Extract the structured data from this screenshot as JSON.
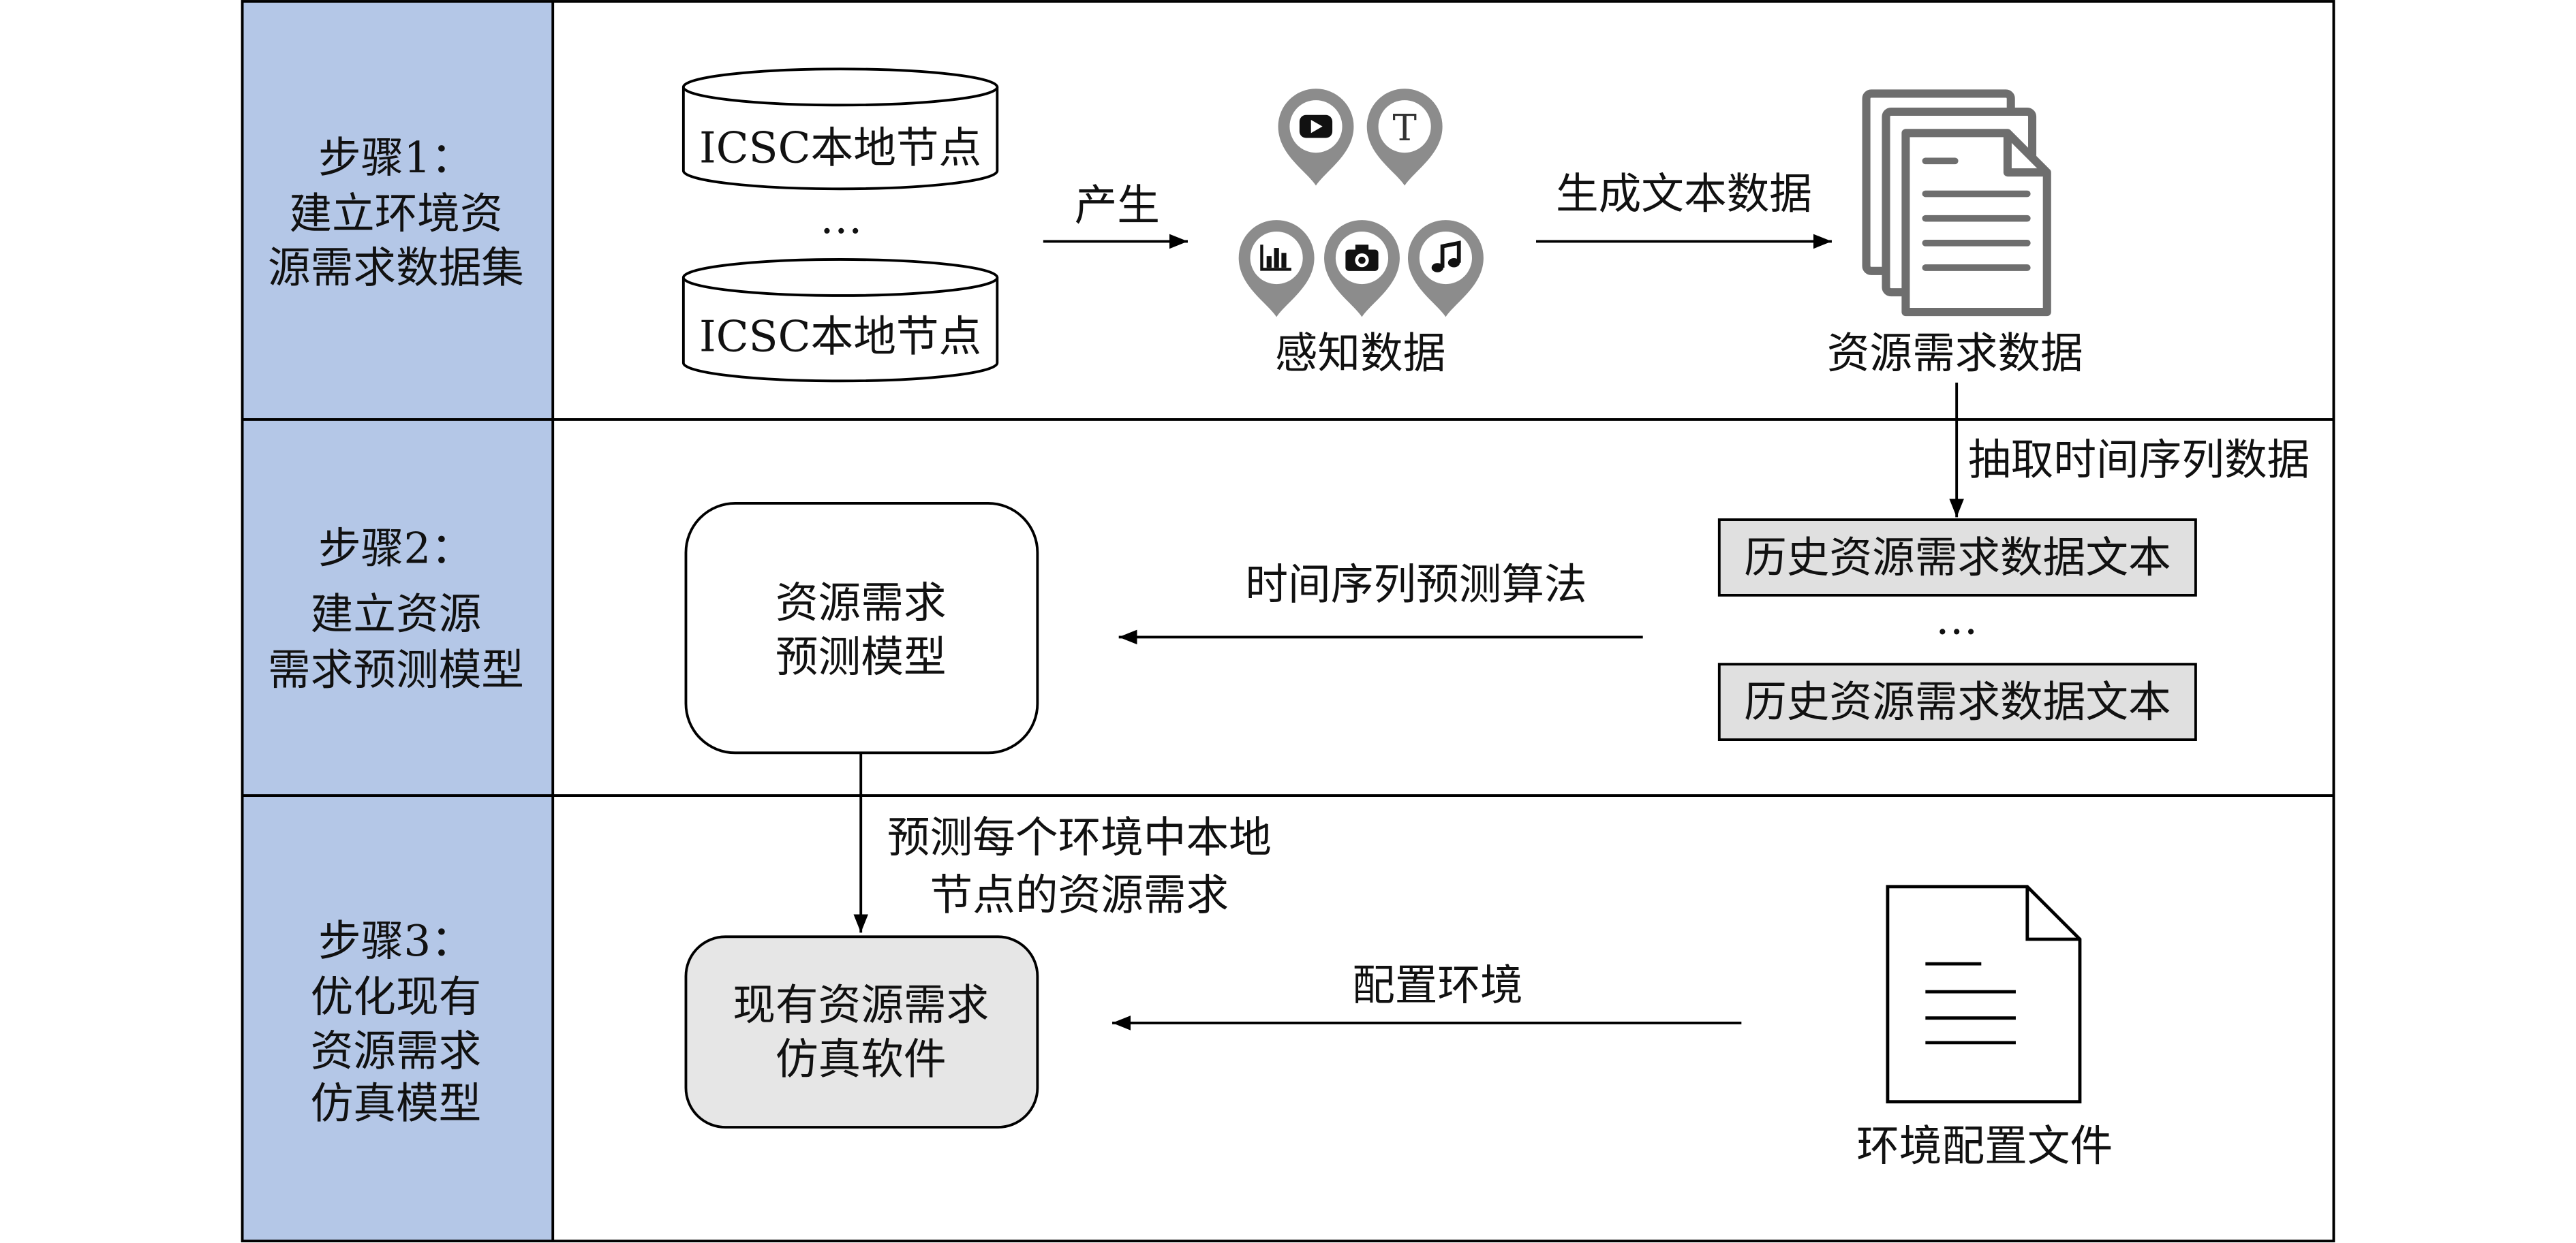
{
  "steps": [
    {
      "lines": [
        "步骤1：",
        "建立环境资",
        "源需求数据集"
      ]
    },
    {
      "lines": [
        "步骤2：",
        "建立资源",
        "需求预测模型"
      ]
    },
    {
      "lines": [
        "步骤3：",
        "优化现有",
        "资源需求",
        "仿真模型"
      ]
    }
  ],
  "row1": {
    "node_label_1": "ICSC本地节点",
    "ellipsis": "…",
    "node_label_2": "ICSC本地节点",
    "arrow_produce_label": "产生",
    "pin_t_letter": "T",
    "sensing_label": "感知数据",
    "arrow_generate_label": "生成文本数据",
    "resource_data_label": "资源需求数据",
    "arrow_extract_label": "抽取时间序列数据"
  },
  "row2": {
    "model_box": [
      "资源需求",
      "预测模型"
    ],
    "arrow_algorithm_label": "时间序列预测算法",
    "history_text_1": "历史资源需求数据文本",
    "ellipsis": "…",
    "history_text_2": "历史资源需求数据文本"
  },
  "row3": {
    "arrow_predict_label": [
      "预测每个环境中本地",
      "节点的资源需求"
    ],
    "sim_box": [
      "现有资源需求",
      "仿真软件"
    ],
    "arrow_config_label": "配置环境",
    "config_file_label": "环境配置文件"
  },
  "icons": {
    "sensing_pins": [
      "video-play-icon",
      "letter-t-icon",
      "bar-chart-icon",
      "camera-icon",
      "music-note-icon"
    ],
    "resource_data": "document-stack-icon",
    "config_file": "document-icon",
    "local_nodes": "database-cylinder-icon"
  },
  "colors": {
    "step_column": "#b4c7e7",
    "model_box_fill": "#e6e6e6",
    "history_box_fill": "#e0e0e0",
    "pin_gray": "#8c8c8c",
    "doc_stack_gray": "#6e6e6e"
  }
}
